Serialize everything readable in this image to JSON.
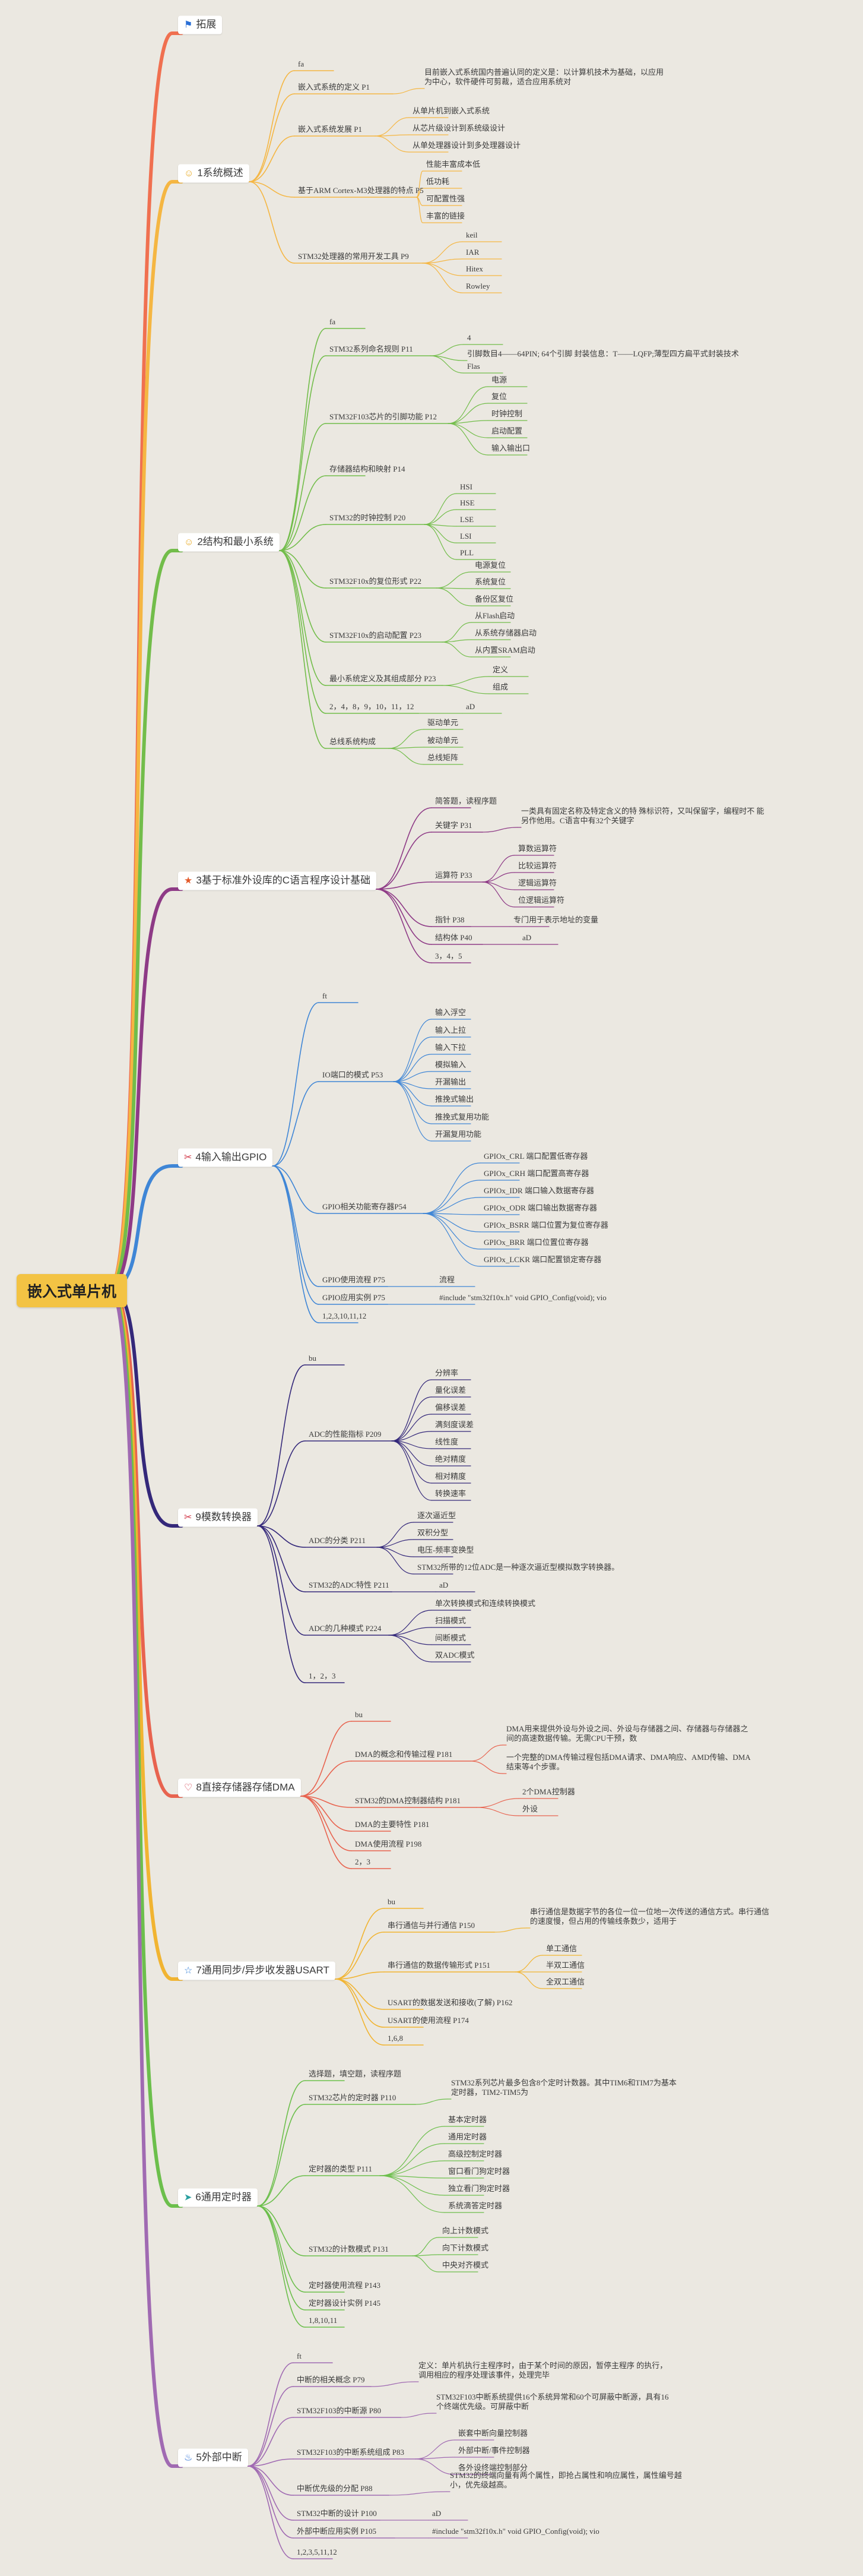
{
  "root": {
    "label": "嵌入式单片机"
  },
  "colors": {
    "background": "#ebe8e1",
    "root_fill": "#f3c344",
    "br0": "#f07050",
    "br1": "#f5b642",
    "br2": "#72bd4a",
    "br3": "#8e3a86",
    "br4": "#3f86d6",
    "br5": "#34287a",
    "br6": "#e8634f",
    "br7": "#f1b431",
    "br8": "#6cbf4c",
    "br9": "#a06ab2"
  },
  "branches": [
    {
      "id": "b0",
      "label": "拓展",
      "icon": "flag-icon",
      "glyph": "⚑",
      "icon_color": "#2a6fd6",
      "nodes": []
    },
    {
      "id": "b1",
      "label": "1系统概述",
      "icon": "smile-icon",
      "glyph": "☺",
      "icon_color": "#e9a920",
      "nodes": [
        {
          "id": "n1",
          "text": "fa"
        },
        {
          "id": "n2",
          "text": "嵌入式系统的定义 P1"
        },
        {
          "id": "n3",
          "text": "目前嵌入式系统国内普遍认同的定义是：以计算机技术为基础，以应用为中心，软件硬件可剪裁，适合应用系统对"
        },
        {
          "id": "n4",
          "text": "嵌入式系统发展 P1"
        },
        {
          "id": "n5",
          "text": "从单片机到嵌入式系统"
        },
        {
          "id": "n6",
          "text": "从芯片级设计到系统级设计"
        },
        {
          "id": "n7",
          "text": "从单处理器设计到多处理器设计"
        },
        {
          "id": "n8",
          "text": "基于ARM Cortex-M3处理器的特点 P5"
        },
        {
          "id": "n9",
          "text": "性能丰富成本低"
        },
        {
          "id": "n10",
          "text": "低功耗"
        },
        {
          "id": "n11",
          "text": "可配置性强"
        },
        {
          "id": "n12",
          "text": "丰富的链接"
        },
        {
          "id": "n13",
          "text": "STM32处理器的常用开发工具 P9"
        },
        {
          "id": "n14",
          "text": "keil"
        },
        {
          "id": "n15",
          "text": "IAR"
        },
        {
          "id": "n16",
          "text": "Hitex"
        },
        {
          "id": "n17",
          "text": "Rowley"
        }
      ]
    },
    {
      "id": "b2",
      "label": "2结构和最小系统",
      "icon": "smile-icon",
      "glyph": "☺",
      "icon_color": "#e9a920",
      "nodes": [
        {
          "id": "n20",
          "text": "fa"
        },
        {
          "id": "n21",
          "text": "STM32系列命名规则 P11"
        },
        {
          "id": "n22",
          "text": "4"
        },
        {
          "id": "n23",
          "text": "引脚数目4——64PIN; 64个引脚 封装信息：T——LQFP;薄型四方扁平式封装技术"
        },
        {
          "id": "n24",
          "text": "Flas"
        },
        {
          "id": "n25",
          "text": "STM32F103芯片的引脚功能 P12"
        },
        {
          "id": "n26",
          "text": "电源"
        },
        {
          "id": "n27",
          "text": "复位"
        },
        {
          "id": "n28",
          "text": "时钟控制"
        },
        {
          "id": "n29",
          "text": "启动配置"
        },
        {
          "id": "n30",
          "text": "输入输出口"
        },
        {
          "id": "n31",
          "text": "存储器结构和映射 P14"
        },
        {
          "id": "n32",
          "text": "STM32的时钟控制 P20"
        },
        {
          "id": "n33",
          "text": "HSI"
        },
        {
          "id": "n34",
          "text": "HSE"
        },
        {
          "id": "n35",
          "text": "LSE"
        },
        {
          "id": "n36",
          "text": "LSI"
        },
        {
          "id": "n37",
          "text": "PLL"
        },
        {
          "id": "n38",
          "text": "STM32F10x的复位形式 P22"
        },
        {
          "id": "n39",
          "text": "电源复位"
        },
        {
          "id": "n40",
          "text": "系统复位"
        },
        {
          "id": "n41",
          "text": "备份区复位"
        },
        {
          "id": "n42",
          "text": "STM32F10x的启动配置 P23"
        },
        {
          "id": "n43",
          "text": "从Flash启动"
        },
        {
          "id": "n44",
          "text": "从系统存储器启动"
        },
        {
          "id": "n45",
          "text": "从内置SRAM启动"
        },
        {
          "id": "n46",
          "text": "最小系统定义及其组成部分 P23"
        },
        {
          "id": "n47",
          "text": "定义"
        },
        {
          "id": "n48",
          "text": "组成"
        },
        {
          "id": "n49",
          "text": "2，4，8，9，10，11，12"
        },
        {
          "id": "n50",
          "text": "aD"
        },
        {
          "id": "n51",
          "text": "总线系统构成"
        },
        {
          "id": "n52",
          "text": "驱动单元"
        },
        {
          "id": "n53",
          "text": "被动单元"
        },
        {
          "id": "n54",
          "text": "总线矩阵"
        }
      ]
    },
    {
      "id": "b3",
      "label": "3基于标准外设库的C语言程序设计基础",
      "icon": "star-icon",
      "glyph": "★",
      "icon_color": "#e35a2a",
      "nodes": [
        {
          "id": "n60",
          "text": "简答题，读程序题"
        },
        {
          "id": "n61",
          "text": "关键字 P31"
        },
        {
          "id": "n62",
          "text": "一类具有固定名称及特定含义的特 殊标识符，又叫保留字，编程时不 能另作他用。C语言中有32个关键字"
        },
        {
          "id": "n63",
          "text": "运算符 P33"
        },
        {
          "id": "n64",
          "text": "算数运算符"
        },
        {
          "id": "n65",
          "text": "比较运算符"
        },
        {
          "id": "n66",
          "text": "逻辑运算符"
        },
        {
          "id": "n67",
          "text": "位逻辑运算符"
        },
        {
          "id": "n68",
          "text": "指针 P38"
        },
        {
          "id": "n69",
          "text": "专门用于表示地址的变量"
        },
        {
          "id": "n70",
          "text": "结构体 P40"
        },
        {
          "id": "n71",
          "text": "aD"
        },
        {
          "id": "n72",
          "text": "3，4，5"
        }
      ]
    },
    {
      "id": "b4",
      "label": "4输入输出GPIO",
      "icon": "tool-icon",
      "glyph": "✂",
      "icon_color": "#d23a4a",
      "nodes": [
        {
          "id": "n80",
          "text": "ft"
        },
        {
          "id": "n81",
          "text": "IO端口的模式 P53"
        },
        {
          "id": "n82",
          "text": "输入浮空"
        },
        {
          "id": "n83",
          "text": "输入上拉"
        },
        {
          "id": "n84",
          "text": "输入下拉"
        },
        {
          "id": "n85",
          "text": "模拟输入"
        },
        {
          "id": "n86",
          "text": "开漏输出"
        },
        {
          "id": "n87",
          "text": "推挽式输出"
        },
        {
          "id": "n88",
          "text": "推挽式复用功能"
        },
        {
          "id": "n89",
          "text": "开漏复用功能"
        },
        {
          "id": "n90",
          "text": "GPIO相关功能寄存器P54"
        },
        {
          "id": "n91",
          "text": "GPIOx_CRL 端口配置低寄存器"
        },
        {
          "id": "n92",
          "text": "GPIOx_CRH 端口配置高寄存器"
        },
        {
          "id": "n93",
          "text": "GPIOx_IDR 端口输入数据寄存器"
        },
        {
          "id": "n94",
          "text": "GPIOx_ODR 端口输出数据寄存器"
        },
        {
          "id": "n95",
          "text": "GPIOx_BSRR 端口位置为复位寄存器"
        },
        {
          "id": "n96",
          "text": "GPIOx_BRR 端口位置位寄存器"
        },
        {
          "id": "n97",
          "text": "GPIOx_LCKR 端口配置锁定寄存器"
        },
        {
          "id": "n98",
          "text": "GPIO使用流程 P75"
        },
        {
          "id": "n99",
          "text": "流程"
        },
        {
          "id": "n100",
          "text": "GPIO应用实例 P75"
        },
        {
          "id": "n101",
          "text": "#include \"stm32f10x.h\" void GPIO_Config(void); vio"
        },
        {
          "id": "n102",
          "text": "1,2,3,10,11,12"
        }
      ]
    },
    {
      "id": "b5",
      "label": "9模数转换器",
      "icon": "tool-icon",
      "glyph": "✂",
      "icon_color": "#d23a4a",
      "nodes": [
        {
          "id": "n110",
          "text": "bu"
        },
        {
          "id": "n111",
          "text": "ADC的性能指标 P209"
        },
        {
          "id": "n112",
          "text": "分辨率"
        },
        {
          "id": "n113",
          "text": "量化误差"
        },
        {
          "id": "n114",
          "text": "偏移误差"
        },
        {
          "id": "n115",
          "text": "满刻度误差"
        },
        {
          "id": "n116",
          "text": "线性度"
        },
        {
          "id": "n117",
          "text": "绝对精度"
        },
        {
          "id": "n118",
          "text": "相对精度"
        },
        {
          "id": "n119",
          "text": "转换速率"
        },
        {
          "id": "n120",
          "text": "ADC的分类 P211"
        },
        {
          "id": "n121",
          "text": "逐次逼近型"
        },
        {
          "id": "n122",
          "text": "双积分型"
        },
        {
          "id": "n123",
          "text": "电压-频率变换型"
        },
        {
          "id": "n124",
          "text": "STM32所带的12位ADC是一种逐次逼近型模拟数字转换器。"
        },
        {
          "id": "n125",
          "text": "STM32的ADC特性 P211"
        },
        {
          "id": "n126",
          "text": "aD"
        },
        {
          "id": "n127",
          "text": "ADC的几种模式 P224"
        },
        {
          "id": "n128",
          "text": "单次转换模式和连续转换模式"
        },
        {
          "id": "n129",
          "text": "扫描模式"
        },
        {
          "id": "n130",
          "text": "间断模式"
        },
        {
          "id": "n131",
          "text": "双ADC模式"
        },
        {
          "id": "n132",
          "text": "1，2，3"
        }
      ]
    },
    {
      "id": "b6",
      "label": "8直接存储器存储DMA",
      "icon": "heart-icon",
      "glyph": "♡",
      "icon_color": "#d23a4a",
      "nodes": [
        {
          "id": "n140",
          "text": "bu"
        },
        {
          "id": "n141",
          "text": "DMA的概念和传输过程 P181"
        },
        {
          "id": "n142",
          "text": "DMA用来提供外设与外设之间、外设与存储器之间、存储器与存储器之间的高速数据传输。无需CPU干预，数"
        },
        {
          "id": "n143",
          "text": "一个完整的DMA传输过程包括DMA请求、DMA响应、AMD传输、DMA结束等4个步骤。"
        },
        {
          "id": "n144",
          "text": "STM32的DMA控制器结构 P181"
        },
        {
          "id": "n145",
          "text": "2个DMA控制器"
        },
        {
          "id": "n146",
          "text": "外设"
        },
        {
          "id": "n147",
          "text": "DMA的主要特性 P181"
        },
        {
          "id": "n148",
          "text": "DMA使用流程 P198"
        },
        {
          "id": "n149",
          "text": "2，3"
        }
      ]
    },
    {
      "id": "b7",
      "label": "7通用同步/异步收发器USART",
      "icon": "star-outline-icon",
      "glyph": "☆",
      "icon_color": "#2a7ad6",
      "nodes": [
        {
          "id": "n150",
          "text": "bu"
        },
        {
          "id": "n151",
          "text": "串行通信与并行通信 P150"
        },
        {
          "id": "n152",
          "text": "串行通信是数据字节的各位一位一位地一次传送的通信方式。串行通信的速度慢，但占用的传输线条数少，适用于"
        },
        {
          "id": "n153",
          "text": "串行通信的数据传输形式 P151"
        },
        {
          "id": "n154",
          "text": "单工通信"
        },
        {
          "id": "n155",
          "text": "半双工通信"
        },
        {
          "id": "n156",
          "text": "全双工通信"
        },
        {
          "id": "n157",
          "text": "USART的数据发送和接收(了解) P162"
        },
        {
          "id": "n158",
          "text": "USART的使用流程 P174"
        },
        {
          "id": "n159",
          "text": "1,6,8"
        }
      ]
    },
    {
      "id": "b8",
      "label": "6通用定时器",
      "icon": "send-icon",
      "glyph": "➤",
      "icon_color": "#2aa0a0",
      "nodes": [
        {
          "id": "n160",
          "text": "选择题，填空题，读程序题"
        },
        {
          "id": "n161",
          "text": "STM32芯片的定时器 P110"
        },
        {
          "id": "n162",
          "text": "STM32系列芯片最多包含8个定时计数器。其中TIM6和TIM7为基本定时器，TIM2-TIM5为"
        },
        {
          "id": "n163",
          "text": "定时器的类型 P111"
        },
        {
          "id": "n164",
          "text": "基本定时器"
        },
        {
          "id": "n165",
          "text": "通用定时器"
        },
        {
          "id": "n166",
          "text": "高级控制定时器"
        },
        {
          "id": "n167",
          "text": "窗口看门狗定时器"
        },
        {
          "id": "n168",
          "text": "独立看门狗定时器"
        },
        {
          "id": "n169",
          "text": "系统滴答定时器"
        },
        {
          "id": "n170",
          "text": "STM32的计数模式 P131"
        },
        {
          "id": "n171",
          "text": "向上计数模式"
        },
        {
          "id": "n172",
          "text": "向下计数模式"
        },
        {
          "id": "n173",
          "text": "中央对齐模式"
        },
        {
          "id": "n174",
          "text": "定时器使用流程 P143"
        },
        {
          "id": "n175",
          "text": "定时器设计实例 P145"
        },
        {
          "id": "n176",
          "text": "1,8,10,11"
        }
      ]
    },
    {
      "id": "b9",
      "label": "5外部中断",
      "icon": "fire-icon",
      "glyph": "♨",
      "icon_color": "#2a6fd6",
      "nodes": [
        {
          "id": "n180",
          "text": "ft"
        },
        {
          "id": "n181",
          "text": "中断的相关概念 P79"
        },
        {
          "id": "n182",
          "text": "定义：单片机执行主程序时，由于某个时间的原因，暂停主程序 的执行，调用相应的程序处理该事件，处理完毕"
        },
        {
          "id": "n183",
          "text": "STM32F103的中断源 P80"
        },
        {
          "id": "n184",
          "text": "STM32F103中断系统提供16个系统异常和60个可屏蔽中断源，具有16个终端优先级。可屏蔽中断"
        },
        {
          "id": "n185",
          "text": "STM32F103的中断系统组成 P83"
        },
        {
          "id": "n186",
          "text": "嵌套中断向量控制器"
        },
        {
          "id": "n187",
          "text": "外部中断/事件控制器"
        },
        {
          "id": "n188",
          "text": "各外设终端控制部分"
        },
        {
          "id": "n189",
          "text": "中断优先级的分配 P88"
        },
        {
          "id": "n190",
          "text": "STM32的终端向量有两个属性，即抢占属性和响应属性，属性编号越小，优先级越高。"
        },
        {
          "id": "n191",
          "text": "STM32中断的设计 P100"
        },
        {
          "id": "n192",
          "text": "aD"
        },
        {
          "id": "n193",
          "text": "外部中断应用实例 P105"
        },
        {
          "id": "n194",
          "text": "#include \"stm32f10x.h\" void GPIO_Config(void); vio"
        },
        {
          "id": "n195",
          "text": "1,2,3,5,11,12"
        }
      ]
    }
  ]
}
